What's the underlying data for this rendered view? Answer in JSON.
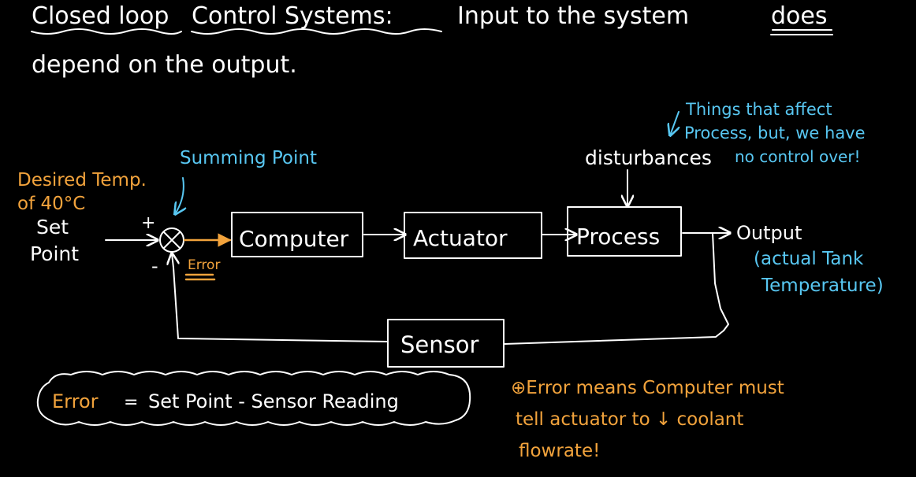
{
  "header": {
    "line1_closed_loop": "Closed loop",
    "line1_control_systems": "Control Systems:",
    "line1_rest": "Input to the system",
    "line1_does": "does",
    "line2": "depend on the output."
  },
  "annotations": {
    "things_line1": "Things that affect",
    "things_line2": "Process, but, we have",
    "things_line3": "no control over!",
    "summing_point": "Summing Point",
    "desired_line1": "Desired Temp.",
    "desired_line2": "of 40°C",
    "error_arrow_label": "Error",
    "output_line2": "(actual Tank",
    "output_line3": "Temperature)"
  },
  "diagram": {
    "set_point_line1": "Set",
    "set_point_line2": "Point",
    "plus_sign": "+",
    "minus_sign": "-",
    "disturbances": "disturbances",
    "output": "Output",
    "blocks": {
      "computer": "Computer",
      "actuator": "Actuator",
      "process": "Process",
      "sensor": "Sensor"
    }
  },
  "equation": {
    "error": "Error",
    "equals": "=",
    "rest": "Set Point - Sensor Reading"
  },
  "note": {
    "line1": "⊕Error means Computer must",
    "line2": "tell actuator to ↓ coolant",
    "line3": "flowrate!"
  },
  "colors": {
    "background": "#000000",
    "ink": "#ffffff",
    "orange_accent": "#f2a33c",
    "blue_accent": "#58c7f2"
  }
}
